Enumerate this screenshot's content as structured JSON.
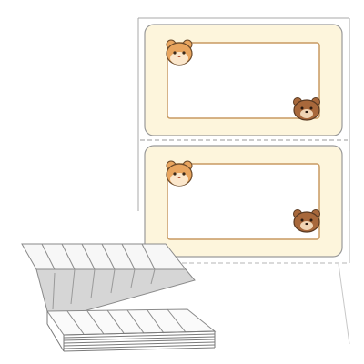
{
  "product": {
    "type": "fanfold-label-sheet",
    "labels_shown": 2,
    "border_color": "#f9f0d0",
    "frame_color": "#c9a16b",
    "sheet_outline_color": "#999999"
  },
  "illustrations": {
    "top_left": "hamster-face-icon",
    "bottom_right": "bear-face-icon",
    "colors": {
      "hamster_fur": "#e8a55f",
      "hamster_cheek": "#f7d7b0",
      "bear_fur": "#a8683b",
      "bear_snout": "#f0d4b4"
    }
  },
  "stack": {
    "type": "folded-label-stack",
    "columns": 7
  }
}
